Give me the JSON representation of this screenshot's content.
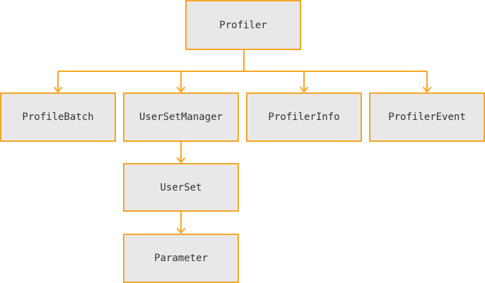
{
  "nodes": [
    {
      "id": "profiler",
      "label": "Profiler"
    },
    {
      "id": "profile-batch",
      "label": "ProfileBatch"
    },
    {
      "id": "user-set-manager",
      "label": "UserSetManager"
    },
    {
      "id": "profiler-info",
      "label": "ProfilerInfo"
    },
    {
      "id": "profiler-event",
      "label": "ProfilerEvent"
    },
    {
      "id": "user-set",
      "label": "UserSet"
    },
    {
      "id": "parameter",
      "label": "Parameter"
    }
  ],
  "edges": [
    {
      "from": "profiler",
      "to": "profile-batch"
    },
    {
      "from": "profiler",
      "to": "user-set-manager"
    },
    {
      "from": "profiler",
      "to": "profiler-info"
    },
    {
      "from": "profiler",
      "to": "profiler-event"
    },
    {
      "from": "user-set-manager",
      "to": "user-set"
    },
    {
      "from": "user-set",
      "to": "parameter"
    }
  ],
  "colors": {
    "node_fill": "#e8e8e8",
    "node_stroke": "#f5a623",
    "edge": "#f5a623",
    "text": "#333333"
  }
}
